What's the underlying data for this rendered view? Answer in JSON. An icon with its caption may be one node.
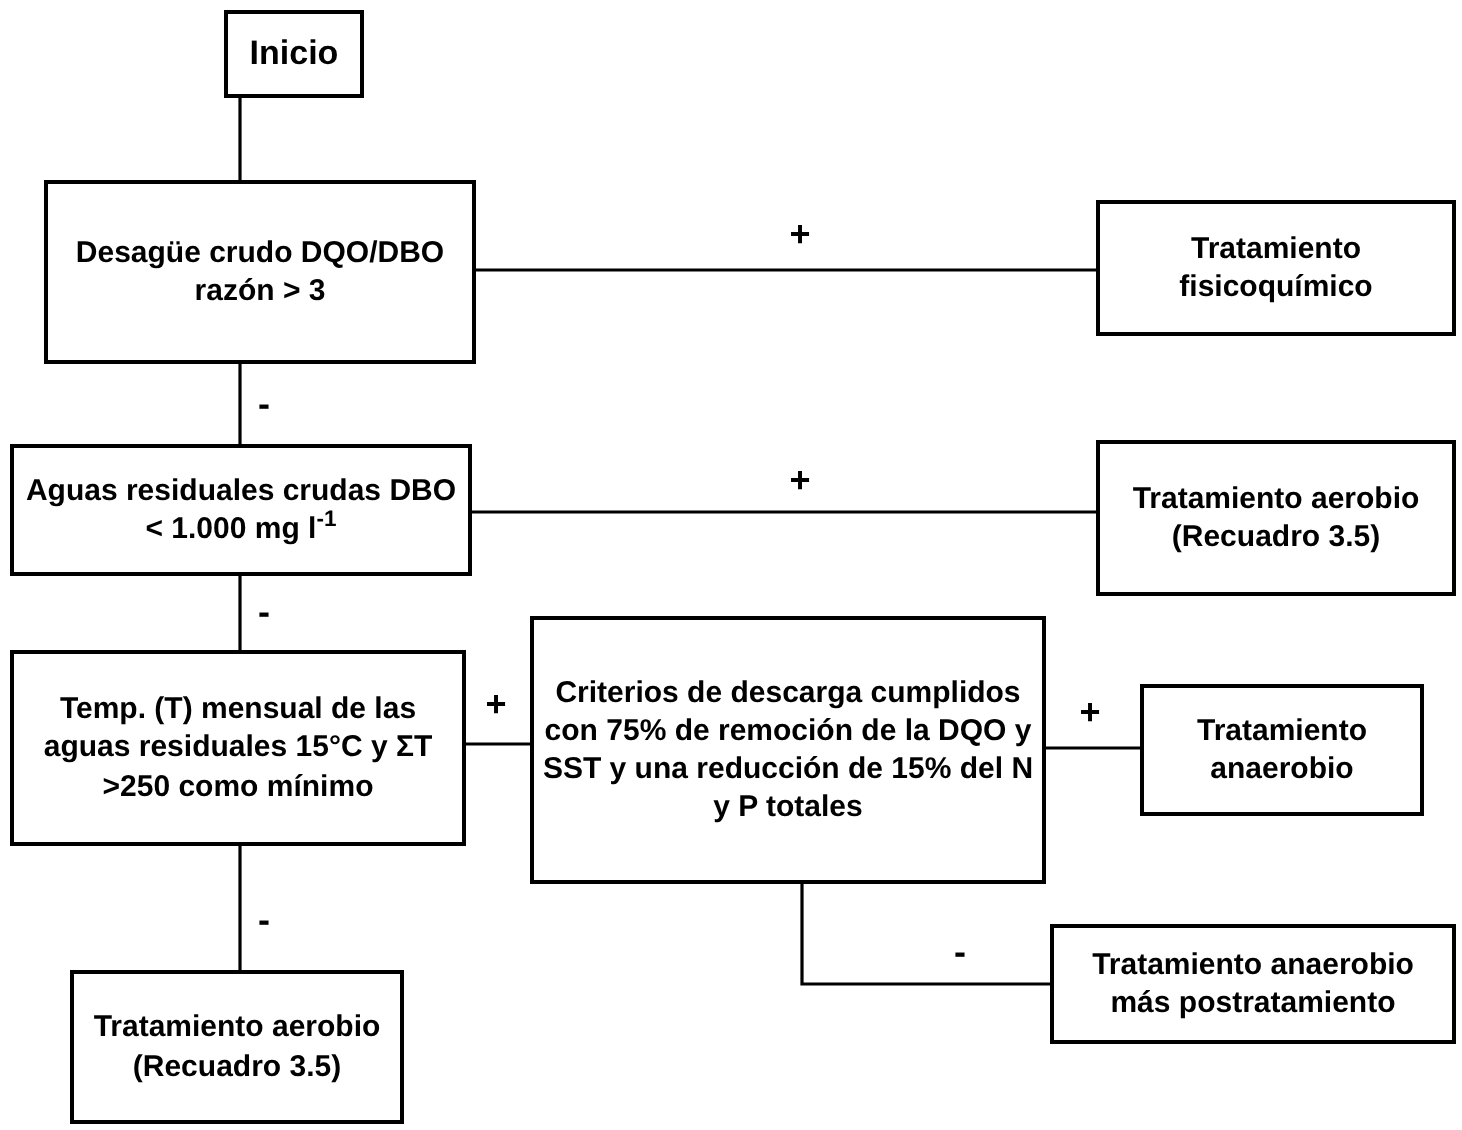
{
  "diagram": {
    "nodes": [
      {
        "text": [
          "Inicio"
        ]
      },
      {
        "text": [
          "Desagüe crudo DQO/DBO razón > 3"
        ]
      },
      {
        "text": [
          "Tratamiento fisicoquímico"
        ]
      },
      {
        "text": [
          "Aguas residuales crudas DBO < 1.000 mg l$^{-1}$"
        ]
      },
      {
        "text": [
          "Tratamiento aerobio (Recuadro 3.5)"
        ]
      },
      {
        "text": [
          "Temp. (T) mensual de las aguas residuales 15°C y ΣT >250 como mínimo"
        ]
      },
      {
        "text": [
          "Criterios de descarga cumplidos con 75% de remoción de la DQO y SST y una reducción de 15% del N y P totales"
        ]
      },
      {
        "text": [
          "Tratamiento anaerobio"
        ]
      },
      {
        "text": [
          "Tratamiento anaerobio más postratamiento"
        ]
      },
      {
        "text": [
          "Tratamiento aerobio (Recuadro 3.5)"
        ]
      }
    ],
    "edges": [
      {
        "from": 0,
        "to": 1,
        "arrow": "none"
      },
      {
        "from": 1,
        "to": 2,
        "label": "+",
        "arrow": "none"
      },
      {
        "from": 1,
        "to": 3,
        "label": "-",
        "arrow": "none"
      },
      {
        "from": 3,
        "to": 4,
        "label": "+",
        "arrow": "none"
      },
      {
        "from": 3,
        "to": 5,
        "label": "-",
        "arrow": "none"
      },
      {
        "from": 5,
        "to": 6,
        "label": "+",
        "arrow": "none"
      },
      {
        "from": 6,
        "to": 7,
        "label": "+",
        "arrow": "none"
      },
      {
        "from": 6,
        "to": 8,
        "label": "-",
        "arrow": "none"
      },
      {
        "from": 5,
        "to": 9,
        "label": "-",
        "arrow": "none"
      }
    ]
  }
}
